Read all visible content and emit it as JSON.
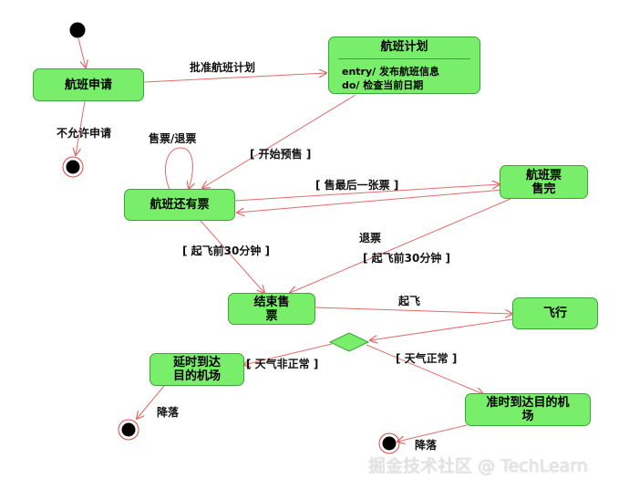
{
  "states": {
    "apply": "航班申请",
    "plan_title": "航班计划",
    "plan_entry": "entry/ 发布航班信息",
    "plan_do": "do/ 检查当前日期",
    "has_tickets": "航班还有票",
    "sold_out_1": "航班票",
    "sold_out_2": "售完",
    "end_sale_1": "结束售",
    "end_sale_2": "票",
    "fly": "飞行",
    "delayed_1": "延时到达",
    "delayed_2": "目的机场",
    "ontime": "准时到达目的机场"
  },
  "transitions": {
    "approve": "批准航班计划",
    "reject": "不允许申请",
    "sell_refund": "售票/退票",
    "start_presale": "[ 开始预售 ]",
    "sell_last": "[ 售最后一张票 ]",
    "refund": "退票",
    "takeoff_30_left": "[ 起飞前30分钟 ]",
    "takeoff_30_right": "[ 起飞前30分钟 ]",
    "takeoff": "起飞",
    "weather_bad": "[ 天气非正常 ]",
    "weather_good": "[ 天气正常 ]",
    "land_left": "降落",
    "land_right": "降落"
  },
  "watermark": "掘金技术社区 @ TechLearn",
  "colors": {
    "state_fill": "#78ee6a",
    "state_border": "#3aa636",
    "arrow": "#e36a6a",
    "node": "#000000",
    "node_ring": "#e04646"
  }
}
